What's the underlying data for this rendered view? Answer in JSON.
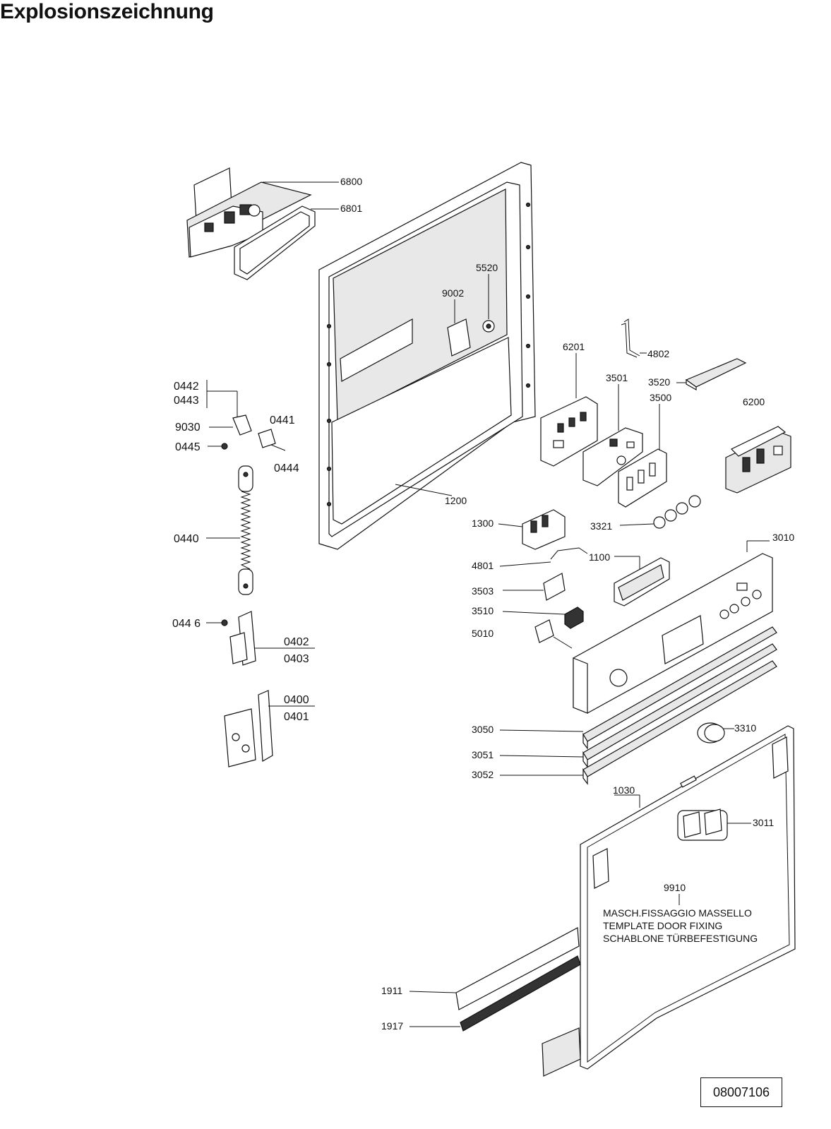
{
  "title": "Explosionszeichnung",
  "document_number": "08007106",
  "labels": {
    "l6800": "6800",
    "l6801": "6801",
    "l5520": "5520",
    "l9002": "9002",
    "l4802": "4802",
    "l6201": "6201",
    "l3501": "3501",
    "l3520": "3520",
    "l3500": "3500",
    "l6200": "6200",
    "l0442": "0442",
    "l0443": "0443",
    "l0441": "0441",
    "l9030": "9030",
    "l0445": "0445",
    "l0444": "0444",
    "l1200": "1200",
    "l0440": "0440",
    "l1300": "1300",
    "l3321": "3321",
    "l3010": "3010",
    "l4801": "4801",
    "l1100": "1100",
    "l3503": "3503",
    "l3510": "3510",
    "l5010": "5010",
    "l0446": "044 6",
    "l0402": "0402",
    "l0403": "0403",
    "l0400": "0400",
    "l0401": "0401",
    "l3050": "3050",
    "l3310": "3310",
    "l3051": "3051",
    "l3052": "3052",
    "l1030": "1030",
    "l3011": "3011",
    "l9910": "9910",
    "l1911": "1911",
    "l1917": "1917"
  },
  "note": {
    "line1": "MASCH.FISSAGGIO MASSELLO",
    "line2": "TEMPLATE DOOR FIXING",
    "line3": "SCHABLONE TÜRBEFESTIGUNG"
  }
}
